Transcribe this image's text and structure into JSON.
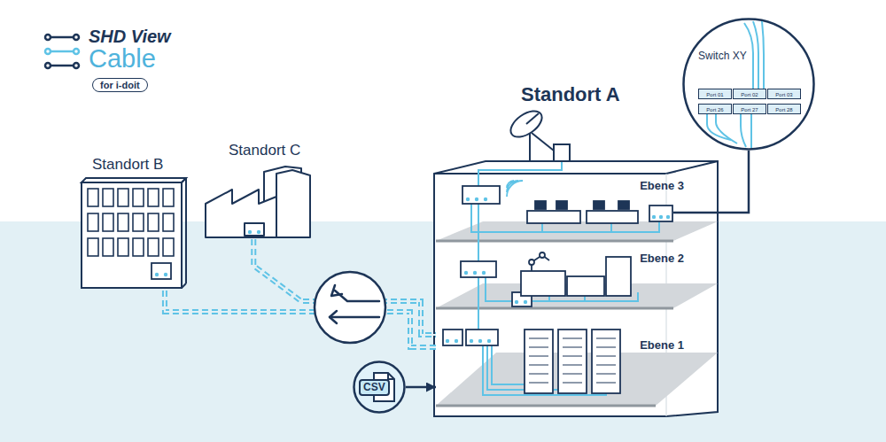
{
  "diagram": {
    "nodes": [
      {
        "text": [
          "Standort A"
        ]
      },
      {
        "text": [
          "Ebene 3"
        ],
        "in": 0
      },
      {
        "text": [
          "Ebene 2"
        ],
        "in": 0
      },
      {
        "text": [
          "Ebene 1"
        ],
        "in": 0
      },
      {
        "text": [
          "Standort B"
        ]
      },
      {
        "text": [
          "Standort C"
        ]
      },
      {
        "text": [
          "Switch XY"
        ]
      },
      {
        "text": [
          "Port 01"
        ],
        "in": 6
      },
      {
        "text": [
          "Port 02"
        ],
        "in": 6
      },
      {
        "text": [
          "Port 03"
        ],
        "in": 6
      },
      {
        "text": [
          "Port 26"
        ],
        "in": 6
      },
      {
        "text": [
          "Port 27"
        ],
        "in": 6
      },
      {
        "text": [
          "Port 28"
        ],
        "in": 6
      },
      {
        "text": [
          "CSV"
        ]
      }
    ],
    "edges": [
      {
        "from": 4,
        "to": 3,
        "arrow": "none"
      },
      {
        "from": 5,
        "to": 3,
        "arrow": "none"
      },
      {
        "from": 6,
        "to": 1,
        "arrow": "none"
      },
      {
        "from": 13,
        "to": 3,
        "arrow": "to"
      }
    ],
    "labels": [
      "SHD View",
      "Cable",
      "for i-doit"
    ]
  }
}
